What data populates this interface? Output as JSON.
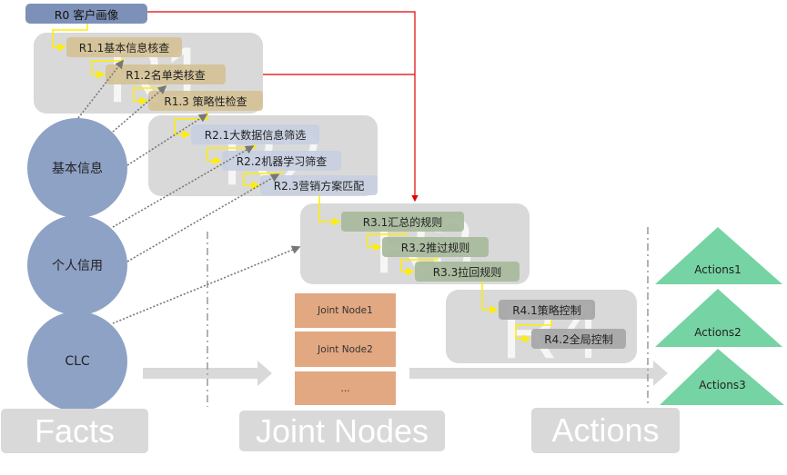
{
  "root_rule": {
    "label": "R0 客户画像",
    "color": "#7d91b8"
  },
  "groups": [
    {
      "id": "R1",
      "watermark": "R1",
      "color": "#d4c092",
      "rules": [
        {
          "label": "R1.1基本信息核查"
        },
        {
          "label": "R1.2名单类核查"
        },
        {
          "label": "R1.3 策略性检查"
        }
      ]
    },
    {
      "id": "R2",
      "watermark": "R2",
      "color": "#c8d0e0",
      "rules": [
        {
          "label": "R2.1大数据信息筛选"
        },
        {
          "label": "R2.2机器学习筛查"
        },
        {
          "label": "R2.3营销方案匹配"
        }
      ]
    },
    {
      "id": "R3",
      "watermark": "R3",
      "color": "#aaba9e",
      "rules": [
        {
          "label": "R3.1汇总的规则"
        },
        {
          "label": "R3.2推过规则"
        },
        {
          "label": "R3.3拉回规则"
        }
      ]
    },
    {
      "id": "R4",
      "watermark": "R4",
      "color": "#a8a8a8",
      "rules": [
        {
          "label": "R4.1策略控制"
        },
        {
          "label": "R4.2全局控制"
        }
      ]
    }
  ],
  "facts": [
    {
      "label": "基本信息"
    },
    {
      "label": "个人信用"
    },
    {
      "label": "CLC"
    }
  ],
  "joint_nodes": [
    {
      "label": "Joint Node1"
    },
    {
      "label": "Joint Node2"
    },
    {
      "label": "..."
    }
  ],
  "actions": [
    {
      "label": "Actions1"
    },
    {
      "label": "Actions2"
    },
    {
      "label": "Actions3"
    }
  ],
  "categories": {
    "facts": "Facts",
    "joint_nodes": "Joint Nodes",
    "actions": "Actions"
  },
  "colors": {
    "fact_circle": "#8ea2c6",
    "joint_node": "#e2a882",
    "action_triangle": "#76d3a3",
    "group_box": "#d9d9d9",
    "sequence_connector": "#ffee00",
    "priority_connector": "#e00000",
    "fact_link": "#777777",
    "flow_arrow": "#d9d9d9"
  }
}
